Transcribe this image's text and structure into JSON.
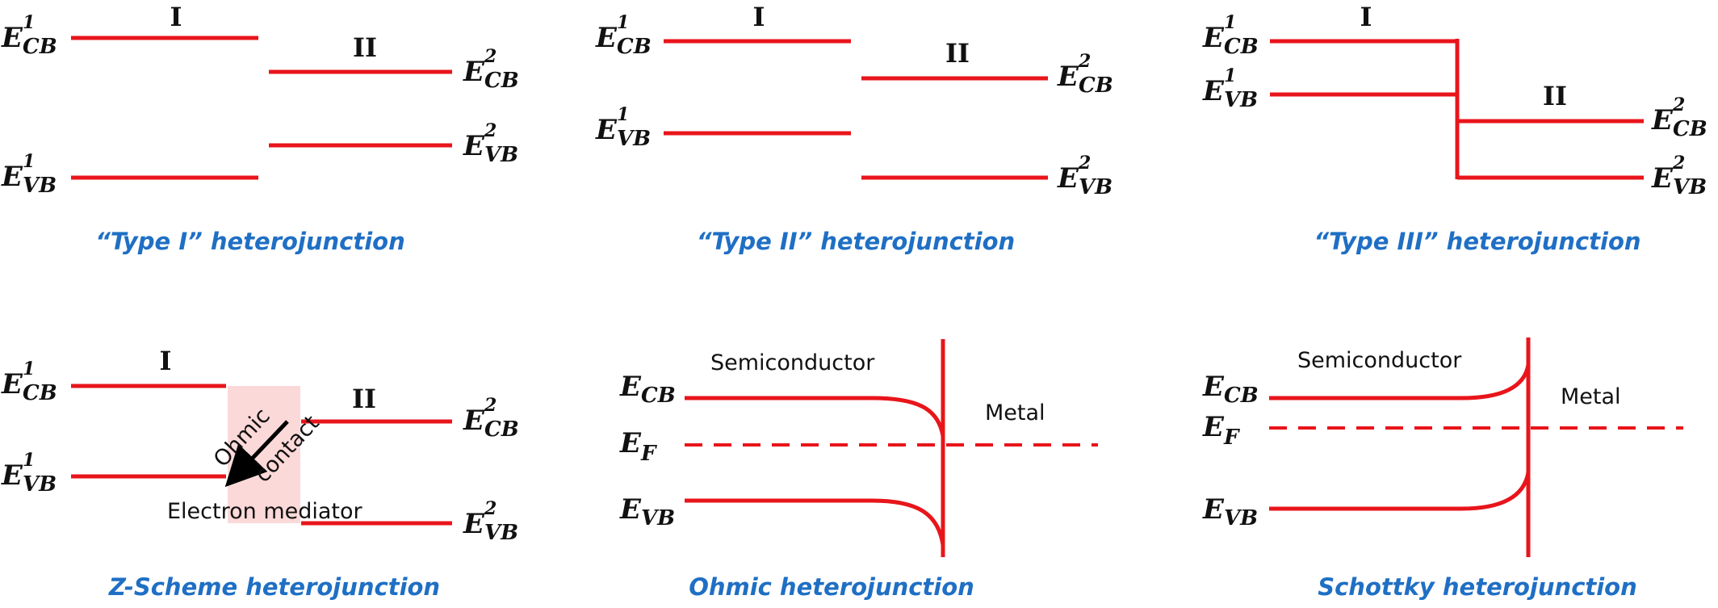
{
  "colors": {
    "band": "#e8151b",
    "caption": "#1f6fc4",
    "mediator_bg": "#fcd9d9",
    "text": "#111111"
  },
  "labels": {
    "E": "E",
    "sup1": "1",
    "sup2": "2",
    "CB": "CB",
    "VB": "VB",
    "F": "F",
    "I": "I",
    "II": "II"
  },
  "panels": {
    "type1": {
      "caption": "“Type I” heterojunction"
    },
    "type2": {
      "caption": "“Type II” heterojunction"
    },
    "type3": {
      "caption": "“Type III” heterojunction"
    },
    "zscheme": {
      "caption": "Z-Scheme heterojunction",
      "mediator_label": "Electron mediator",
      "ohmic_word": "Ohmic",
      "contact_word": "contact"
    },
    "ohmic": {
      "caption": "Ohmic heterojunction",
      "semiconductor": "Semiconductor",
      "metal": "Metal"
    },
    "schottky": {
      "caption": "Schottky heterojunction",
      "semiconductor": "Semiconductor",
      "metal": "Metal"
    }
  }
}
